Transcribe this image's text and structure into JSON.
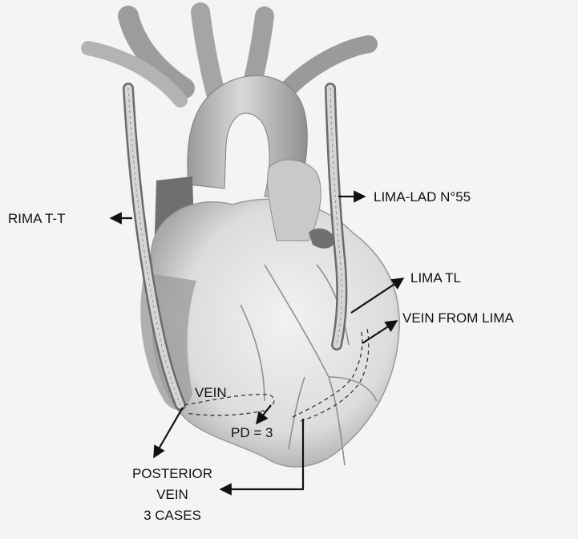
{
  "labels": {
    "rima": "RIMA T-T",
    "lima_lad": "LIMA-LAD N°55",
    "lima_tl": "LIMA TL",
    "vein_from_lima": "VEIN FROM LIMA",
    "vein": "VEIN",
    "pd": "PD = 3",
    "posterior_line1": "POSTERIOR",
    "posterior_line2": "VEIN",
    "posterior_line3": "3 CASES"
  },
  "colors": {
    "background": "#f4f4f4",
    "heart_fill": "#e2e2e2",
    "heart_shadow": "#8a8a8a",
    "arrow": "#111111"
  }
}
